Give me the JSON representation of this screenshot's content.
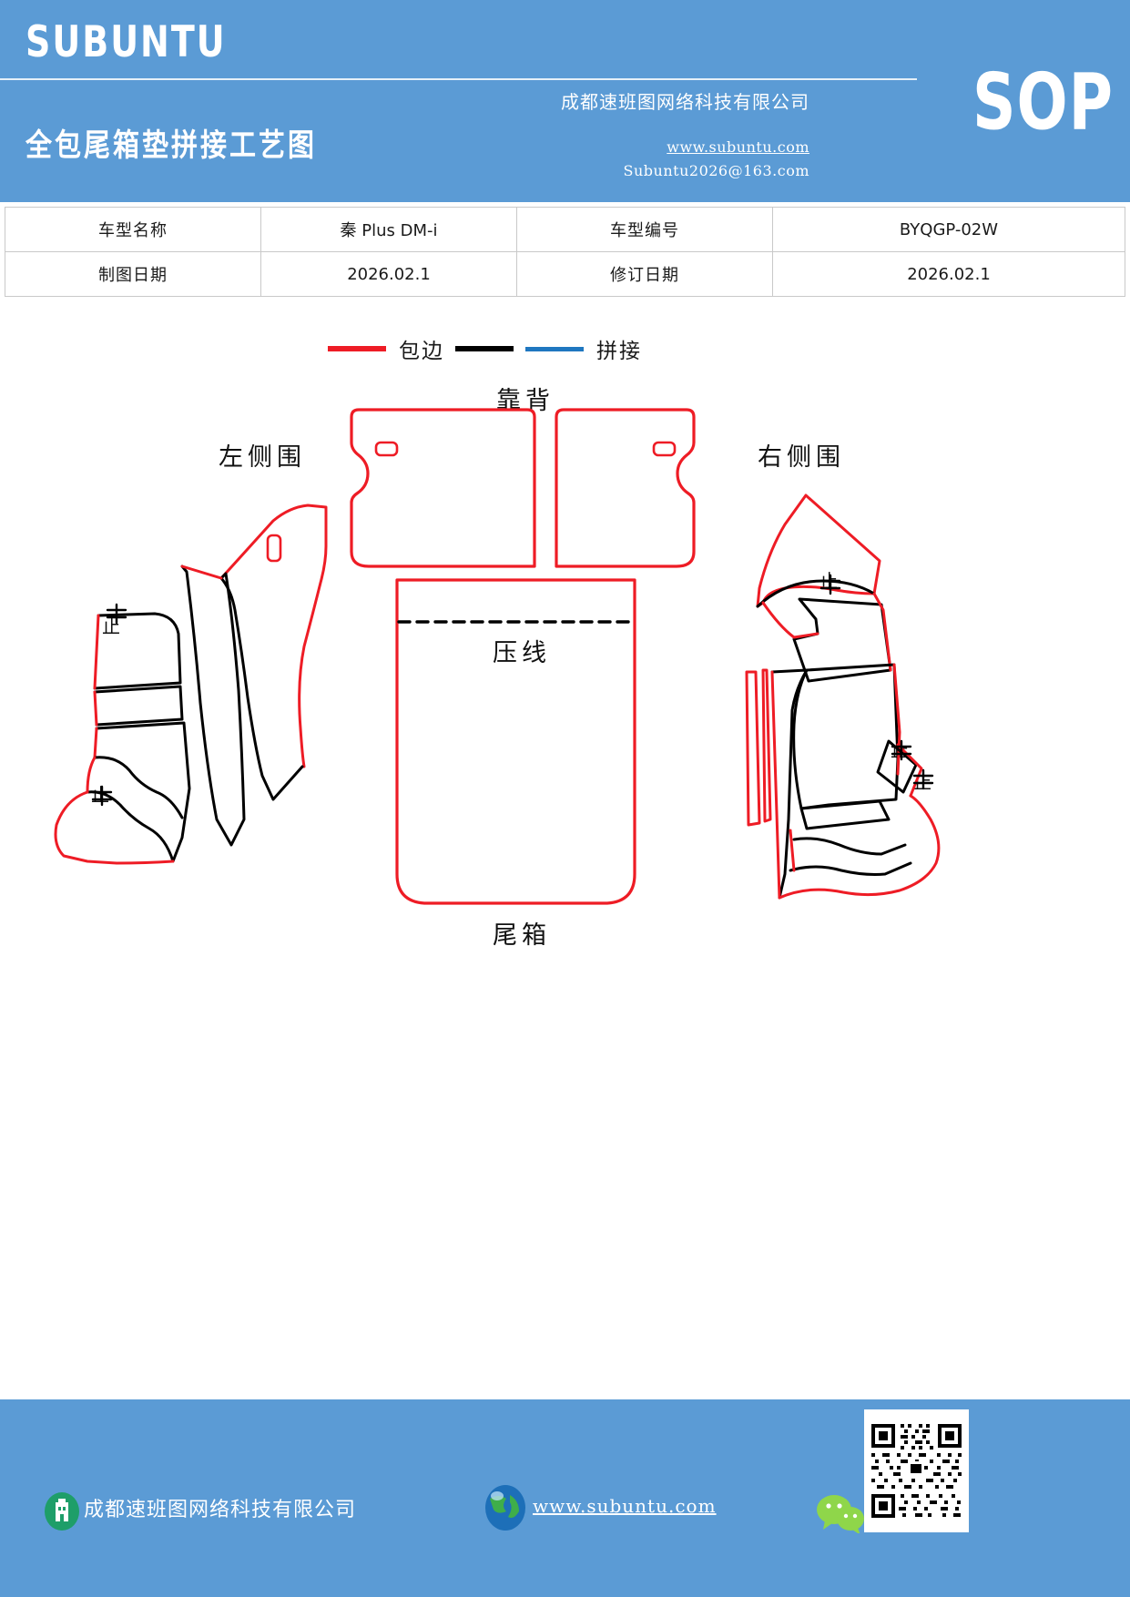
{
  "header": {
    "brand": "SUBUNTU",
    "doc_title": "全包尾箱垫拼接工艺图",
    "badge": "SOP",
    "company": "成都速班图网络科技有限公司",
    "website": "www.subuntu.com",
    "email": "Subuntu2026@163.com",
    "bg_color": "#5b9bd5"
  },
  "info_table": {
    "rows": [
      {
        "label1": "车型名称",
        "value1": "秦 Plus DM-i",
        "label2": "车型编号",
        "value2": "BYQGP-02W"
      },
      {
        "label1": "制图日期",
        "value1": "2026.02.1",
        "label2": "修订日期",
        "value2": "2026.02.1"
      }
    ]
  },
  "legend": {
    "items": [
      {
        "label": "包边",
        "color": "#ee1c25"
      },
      {
        "label": "拼接",
        "color": "#000000",
        "color2": "#1f77c0"
      }
    ]
  },
  "diagram": {
    "labels": {
      "backrest": "靠背",
      "left_side": "左侧围",
      "right_side": "右侧围",
      "press_line": "压线",
      "trunk": "尾箱",
      "stop_mark": "止"
    },
    "colors": {
      "binding": "#ee1c25",
      "seam": "#000000",
      "seam_blue": "#1f77c0"
    }
  },
  "footer": {
    "company": "成都速班图网络科技有限公司",
    "website": "www.subuntu.com",
    "bg_color": "#5b9bd5"
  }
}
